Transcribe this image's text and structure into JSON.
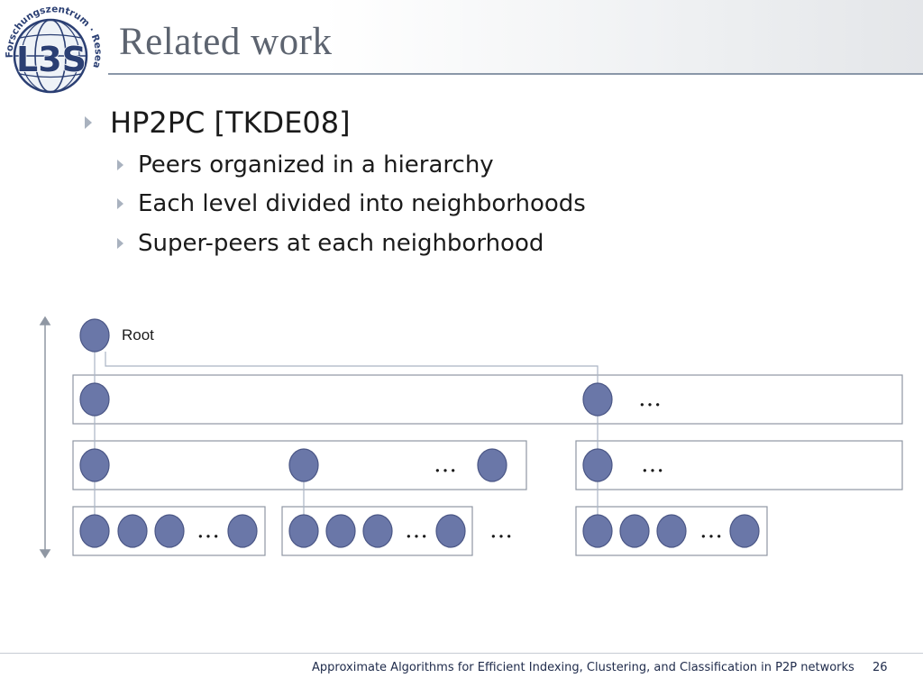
{
  "header": {
    "title": "Related work",
    "logo": {
      "wordmark": "L3S",
      "ring_text": "Forschungszentrum · Research Center"
    }
  },
  "bullets": {
    "main": "HP2PC [TKDE08]",
    "sub": [
      "Peers organized in a hierarchy",
      "Each level divided into neighborhoods",
      "Super-peers at each neighborhood"
    ]
  },
  "diagram": {
    "root_label": "Root",
    "ellipsis": "…",
    "colors": {
      "node_fill": "#6a77a8",
      "node_stroke": "#4a5685",
      "box_stroke": "#8f97a3",
      "line": "#aab4c4"
    }
  },
  "footer": {
    "text": "Approximate Algorithms for Efficient Indexing, Clustering, and Classification in P2P networks",
    "page_number": "26"
  }
}
